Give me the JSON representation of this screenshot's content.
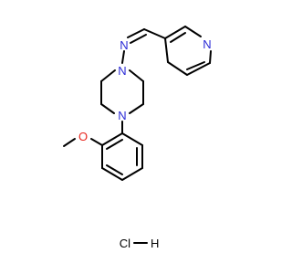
{
  "colors": {
    "nitrogen": "#2a2ad6",
    "oxygen": "#e8241c",
    "carbon": "#000000",
    "background": "#ffffff"
  },
  "atoms": {
    "n_imine": "N",
    "n_piperazine_top": "N",
    "n_piperazine_bottom": "N",
    "n_pyridine": "N",
    "o_methoxy": "O"
  },
  "salt": {
    "cl": "Cl",
    "h": "H"
  }
}
